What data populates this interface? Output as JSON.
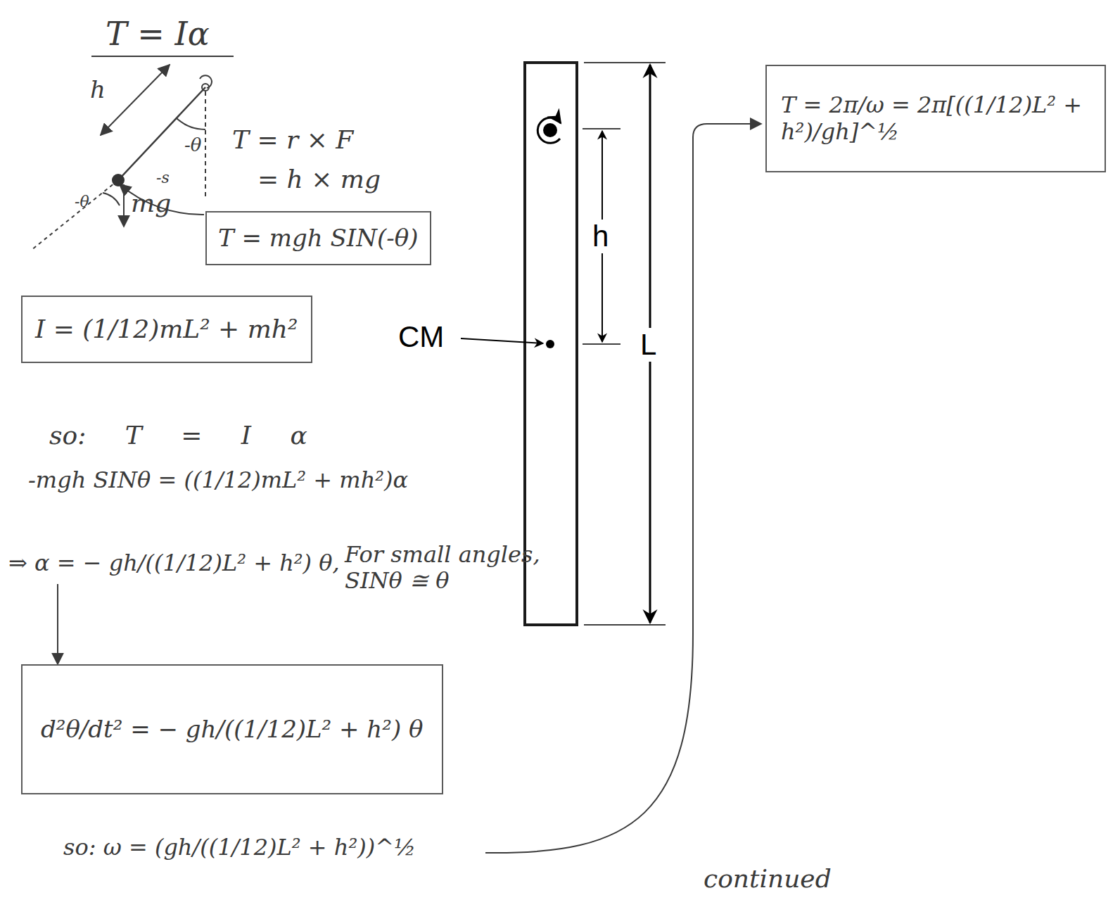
{
  "diagram": {
    "title": "T = Iα",
    "nodes": [
      {
        "text": [
          "T = mgh SIN(-θ)"
        ]
      },
      {
        "text": [
          "I = (1/12)mL² + mh²"
        ]
      },
      {
        "text": [
          "d²θ/dt² = − gh/((1/12)L² + h²) θ"
        ]
      },
      {
        "text": [
          "T = 2π/ω = 2π[((1/12)L² + h²)/gh]^½"
        ]
      }
    ],
    "labels": [
      "h",
      "-θ",
      "-s",
      "mg",
      "-θ",
      "T = r × F",
      "= h × mg",
      "so: T = I α",
      "-mgh SINθ = ((1/12)mL² + mh²)α",
      "⇒ α = − gh/((1/12)L² + h²) θ,",
      "For small angles, SINθ ≅ θ",
      "so: ω = (gh/((1/12)L² + h²))^½",
      "h",
      "CM",
      "L",
      "continued"
    ]
  }
}
